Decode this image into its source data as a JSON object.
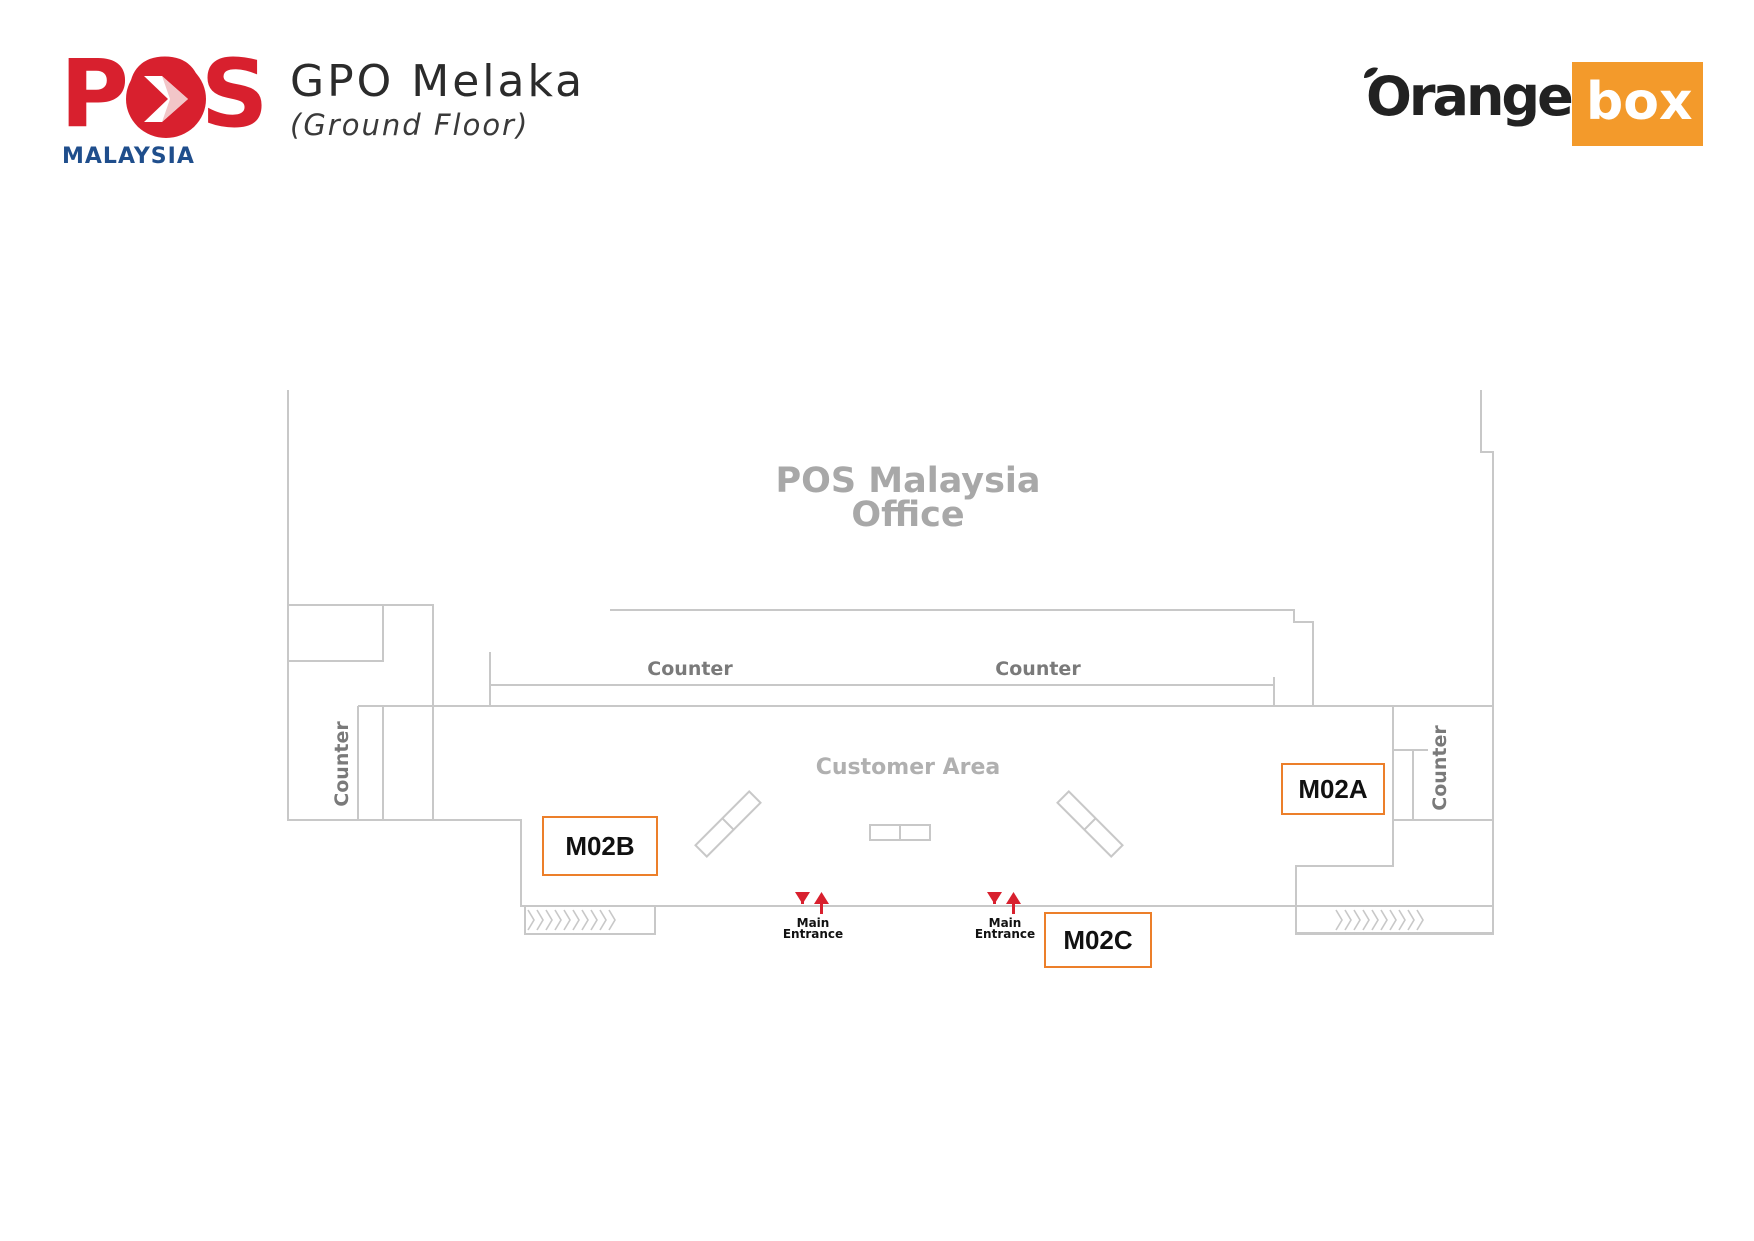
{
  "header": {
    "pos_logo": {
      "word": "POS",
      "subtitle": "MALAYSIA",
      "color": "#d8202e",
      "subtitle_color": "#1f4e8c"
    },
    "title": "GPO Melaka",
    "subtitle": "(Ground Floor)",
    "orangebox_logo": {
      "word": "Orange",
      "box_word": "box",
      "accent": "#f39a2b"
    }
  },
  "floorplan": {
    "office_label_line1": "POS Malaysia",
    "office_label_line2": "Office",
    "counter_top_left": "Counter",
    "counter_top_right": "Counter",
    "counter_left": "Counter",
    "counter_right": "Counter",
    "customer_area": "Customer Area",
    "booths": {
      "m02a": "M02A",
      "m02b": "M02B",
      "m02c": "M02C"
    },
    "booth_border_color": "#ec7f2a",
    "entrances": [
      {
        "line1": "Main",
        "line2": "Entrance"
      },
      {
        "line1": "Main",
        "line2": "Entrance"
      }
    ],
    "arrow_color": "#d8202e",
    "wall_color": "#c8c8c8"
  }
}
